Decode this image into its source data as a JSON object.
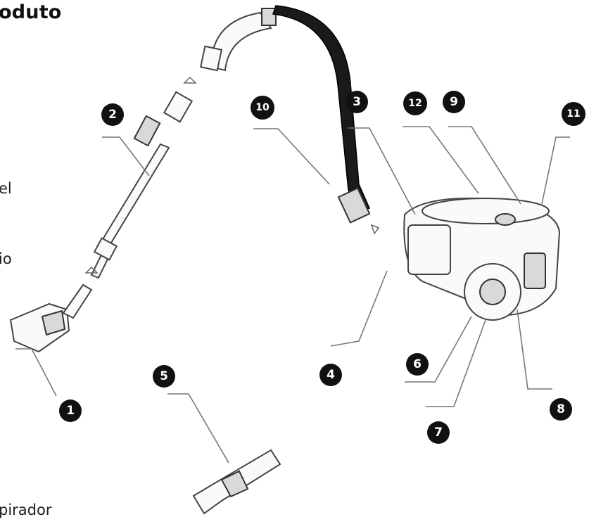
{
  "heading": "oduto",
  "fragments": {
    "frag_el": "el",
    "frag_io": "io",
    "frag_pirador": "pirador"
  },
  "callouts": [
    {
      "id": "c1",
      "label": "1"
    },
    {
      "id": "c2",
      "label": "2"
    },
    {
      "id": "c3",
      "label": "3"
    },
    {
      "id": "c4",
      "label": "4"
    },
    {
      "id": "c5",
      "label": "5"
    },
    {
      "id": "c6",
      "label": "6"
    },
    {
      "id": "c7",
      "label": "7"
    },
    {
      "id": "c8",
      "label": "8"
    },
    {
      "id": "c9",
      "label": "9"
    },
    {
      "id": "c10",
      "label": "10"
    },
    {
      "id": "c11",
      "label": "11"
    },
    {
      "id": "c12",
      "label": "12"
    }
  ],
  "colors": {
    "badge": "#111111",
    "hose": "#1a1a1a",
    "leader": "#777777"
  }
}
